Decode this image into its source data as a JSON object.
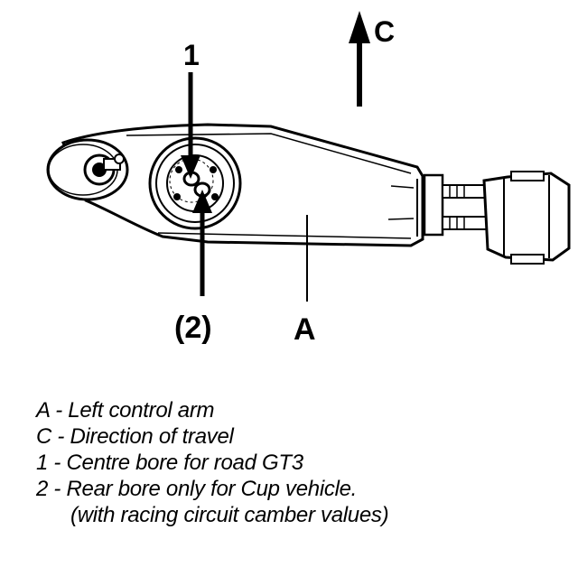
{
  "labels": {
    "direction": "C",
    "centre_bore": "1",
    "rear_bore": "(2)",
    "control_arm": "A"
  },
  "legend": [
    {
      "key": "A",
      "text": "Left control arm"
    },
    {
      "key": "C",
      "text": "Direction of travel"
    },
    {
      "key": "1",
      "text": "Centre bore for road GT3"
    },
    {
      "key": "2",
      "text": "Rear bore only for Cup vehicle."
    }
  ],
  "legend_continuation": "(with racing circuit camber values)"
}
